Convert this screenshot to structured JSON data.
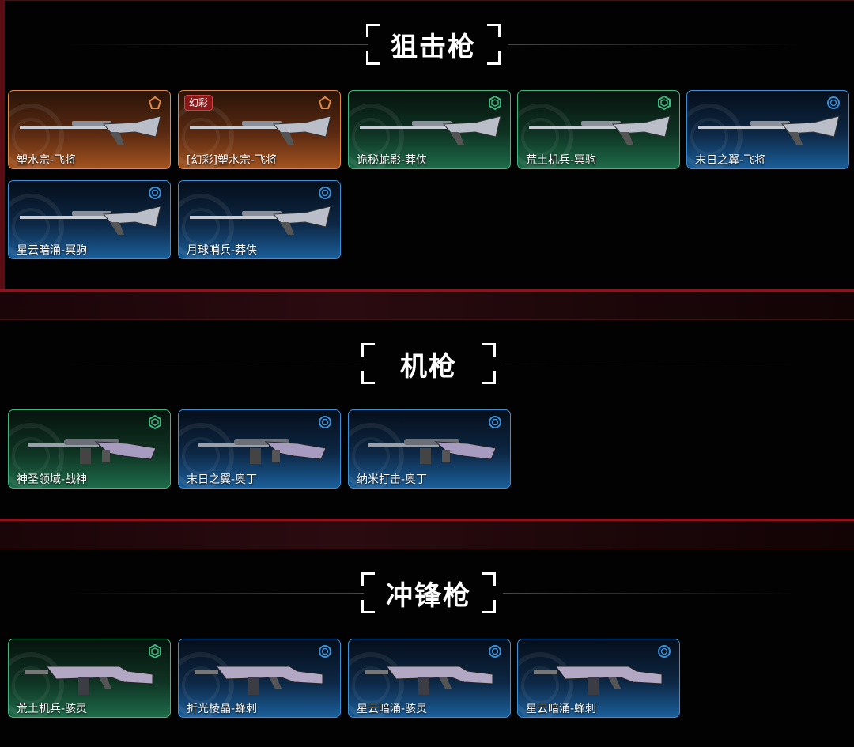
{
  "sections": [
    {
      "title": "狙击枪",
      "items": [
        {
          "name": "塑水宗-飞将",
          "rarity": "orange",
          "badge": ""
        },
        {
          "name": "[幻彩]塑水宗-飞将",
          "rarity": "orange",
          "badge": "幻彩"
        },
        {
          "name": "诡秘蛇影-莽侠",
          "rarity": "green",
          "badge": ""
        },
        {
          "name": "荒土机兵-冥驹",
          "rarity": "green",
          "badge": ""
        },
        {
          "name": "末日之翼-飞将",
          "rarity": "blue",
          "badge": ""
        },
        {
          "name": "星云暗涌-冥驹",
          "rarity": "blue",
          "badge": ""
        },
        {
          "name": "月球哨兵-莽侠",
          "rarity": "blue",
          "badge": ""
        }
      ]
    },
    {
      "title": "机枪",
      "items": [
        {
          "name": "神圣领域-战神",
          "rarity": "green",
          "badge": ""
        },
        {
          "name": "末日之翼-奥丁",
          "rarity": "blue",
          "badge": ""
        },
        {
          "name": "纳米打击-奥丁",
          "rarity": "blue",
          "badge": ""
        }
      ]
    },
    {
      "title": "冲锋枪",
      "items": [
        {
          "name": "荒土机兵-骇灵",
          "rarity": "green",
          "badge": ""
        },
        {
          "name": "折光棱晶-蜂刺",
          "rarity": "blue",
          "badge": ""
        },
        {
          "name": "星云暗涌-骇灵",
          "rarity": "blue",
          "badge": ""
        },
        {
          "name": "星云暗涌-蜂刺",
          "rarity": "blue",
          "badge": ""
        }
      ]
    }
  ],
  "colors": {
    "orange": "#e08a4a",
    "green": "#3fb57f",
    "blue": "#3b8fd6",
    "accent_red": "#8a1520"
  },
  "icons": {
    "orange": "pentagon-tier-icon",
    "green": "hexagon-tier-icon",
    "blue": "circle-tier-icon"
  }
}
